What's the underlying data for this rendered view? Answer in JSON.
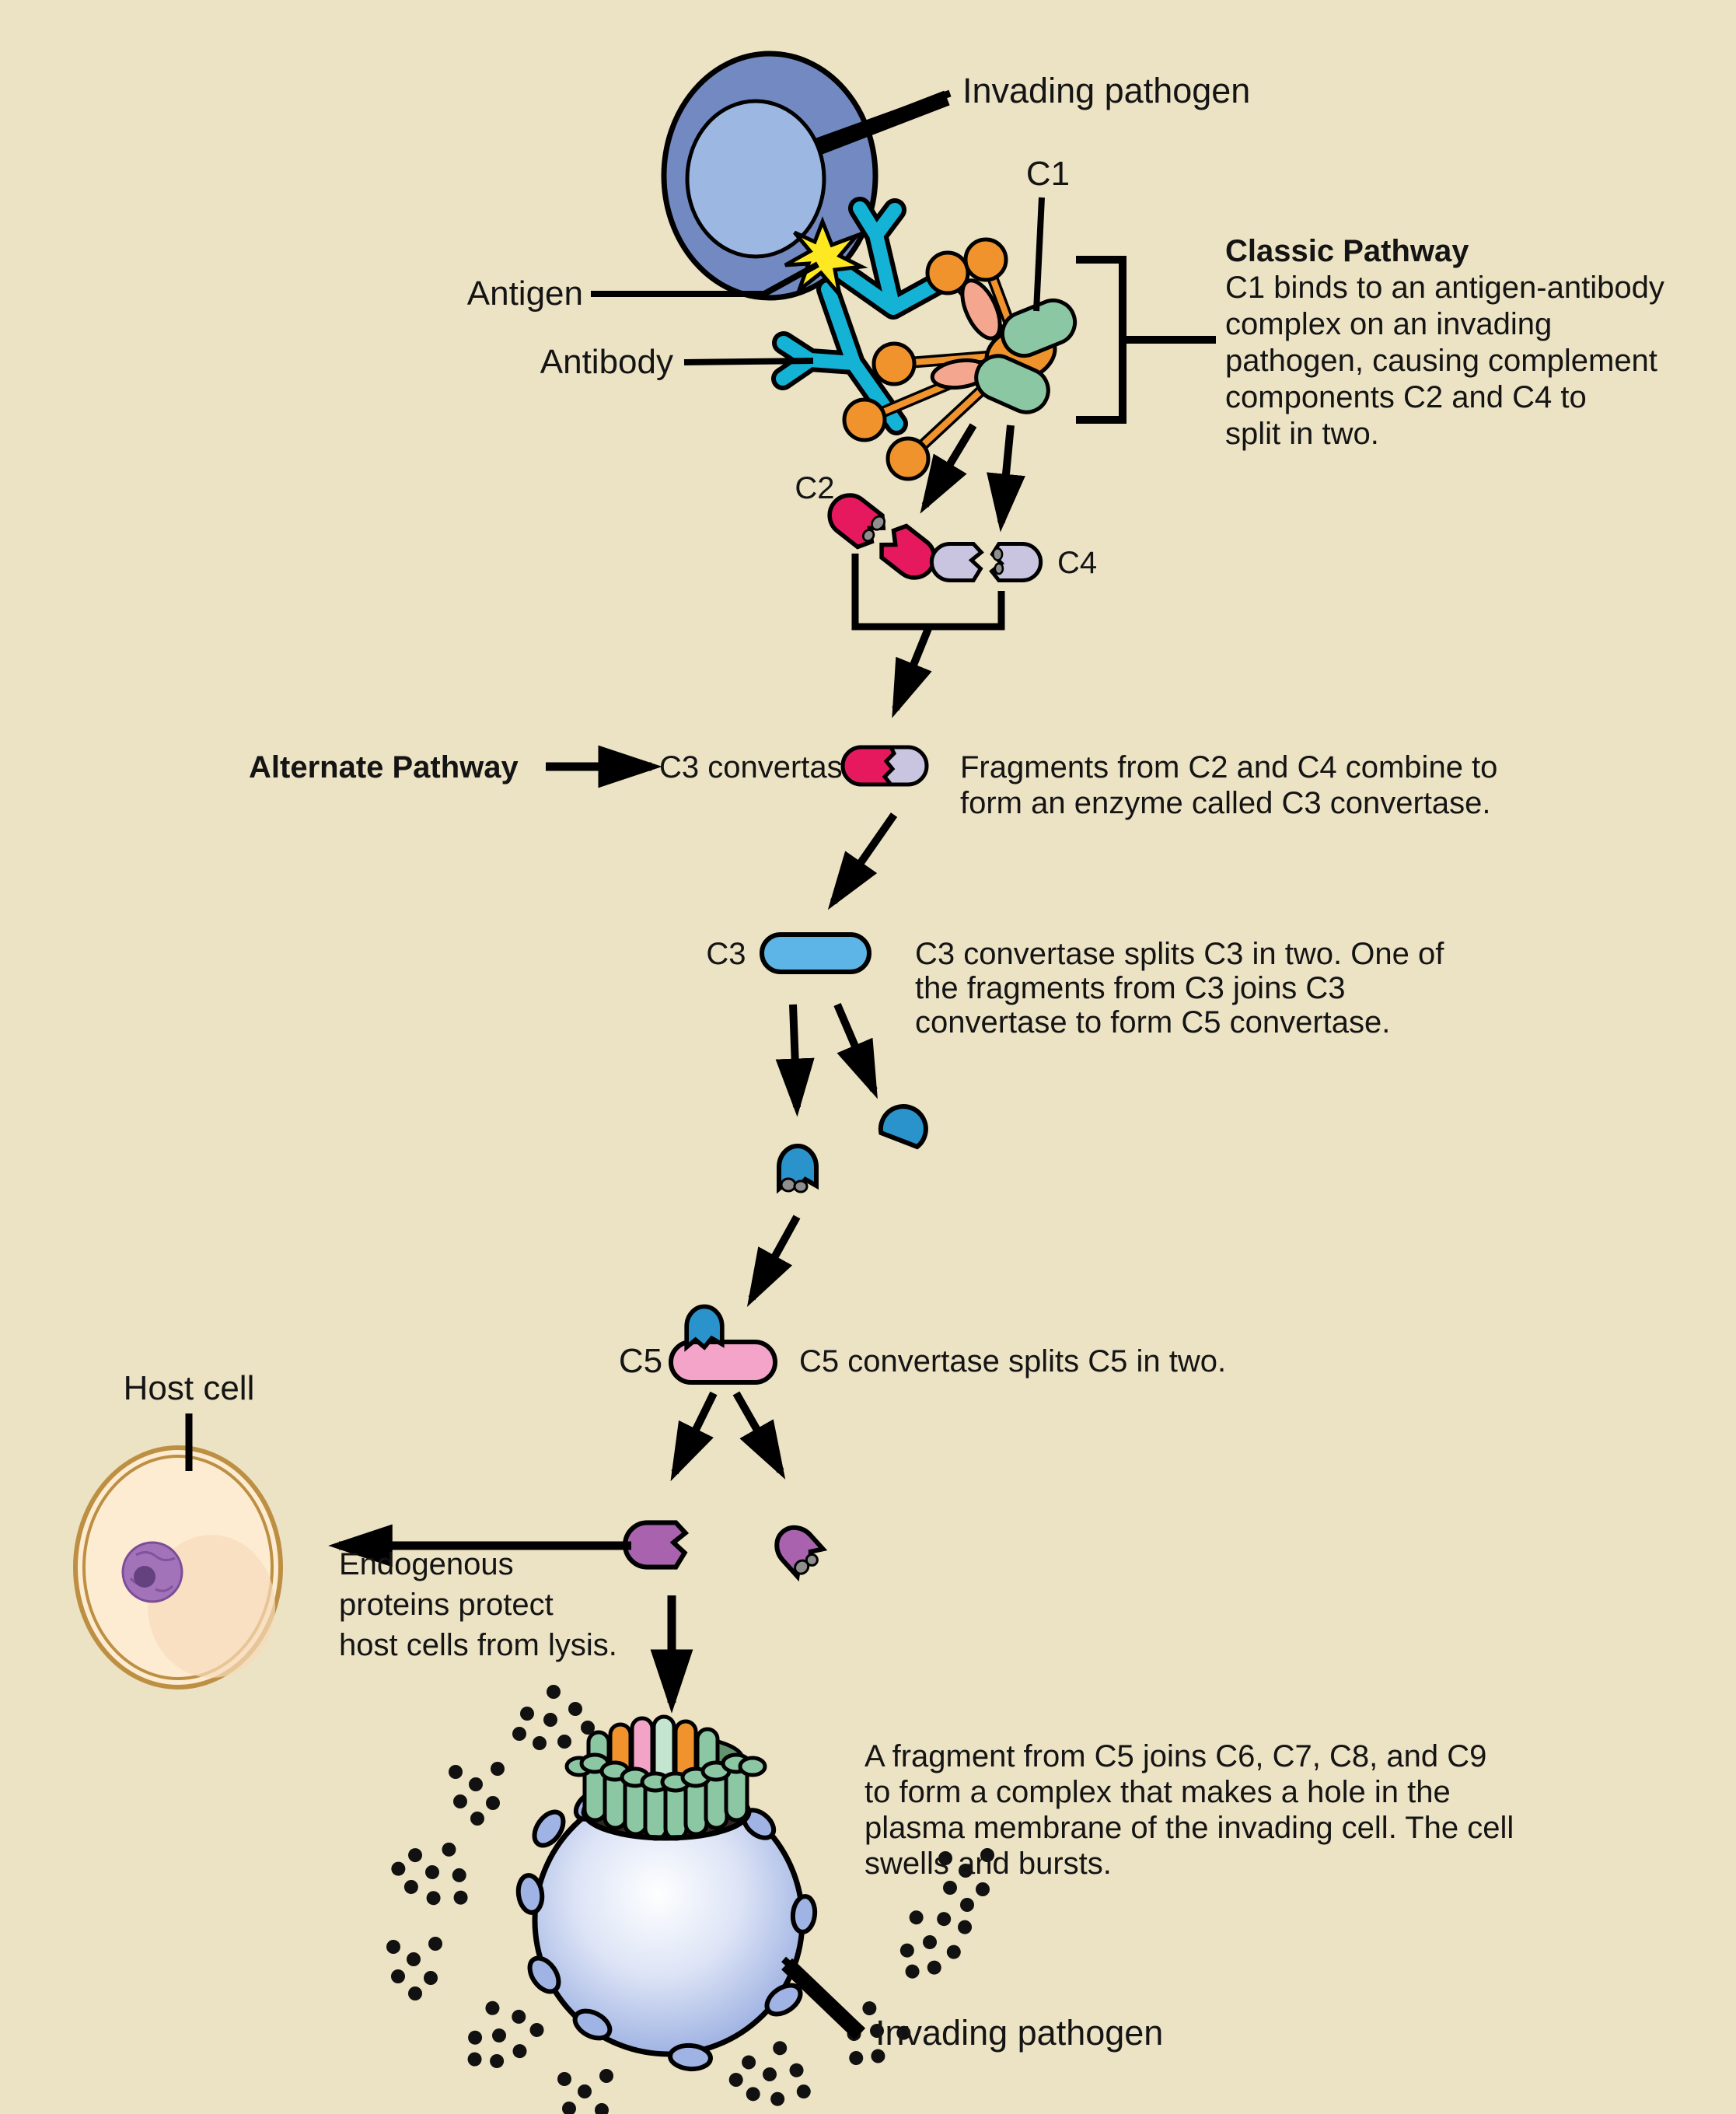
{
  "top": {
    "invading_pathogen": "Invading pathogen",
    "c1": "C1",
    "antigen": "Antigen",
    "antibody": "Antibody"
  },
  "classic_pathway": {
    "title": "Classic Pathway",
    "lines": [
      "C1 binds to an antigen-antibody",
      "complex on an invading",
      "pathogen, causing complement",
      "components C2 and C4 to",
      "split in two."
    ]
  },
  "components": {
    "c2": "C2",
    "c4": "C4",
    "c3": "C3",
    "c5": "C5"
  },
  "alternate_pathway": {
    "label": "Alternate Pathway",
    "c3_convertase": "C3 convertase"
  },
  "notes": {
    "c3_convertase": [
      "Fragments from C2 and C4 combine to",
      "form an enzyme called C3 convertase."
    ],
    "c3_split": [
      "C3 convertase splits C3 in two. One of",
      "the fragments from C3 joins C3",
      "convertase to form C5 convertase."
    ],
    "c5_split": "C5 convertase splits C5 in two.",
    "endogenous": [
      "Endogenous",
      "proteins protect",
      "host cells from lysis."
    ],
    "mac": [
      "A fragment from C5 joins C6, C7, C8, and C9",
      "to form a complex that makes a hole in the",
      "plasma membrane of the invading cell. The cell",
      "swells and bursts."
    ]
  },
  "host_cell": {
    "label": "Host cell"
  },
  "bottom": {
    "invading_pathogen": "Invading pathogen"
  },
  "colors": {
    "background": "#ece2c4",
    "pathogen_outer": "#7289c2",
    "pathogen_inner": "#9cb7e2",
    "antibody_cyan": "#14b2d5",
    "antigen_yellow": "#fde822",
    "c1_orange": "#f0932c",
    "c1_salmon": "#f5a68f",
    "c1_green": "#8cc7a3",
    "c2_crimson": "#e6195e",
    "c4_lavender": "#c9c4df",
    "c3_blue": "#5cb5e6",
    "c3_fragment_blue": "#2a93cc",
    "c5_pink": "#f4a3c9",
    "c5_fragment_purple": "#a963ae",
    "host_cell_fill": "#fdecd2",
    "host_cell_border": "#bd8f43",
    "nucleus_purple": "#a273b8"
  }
}
